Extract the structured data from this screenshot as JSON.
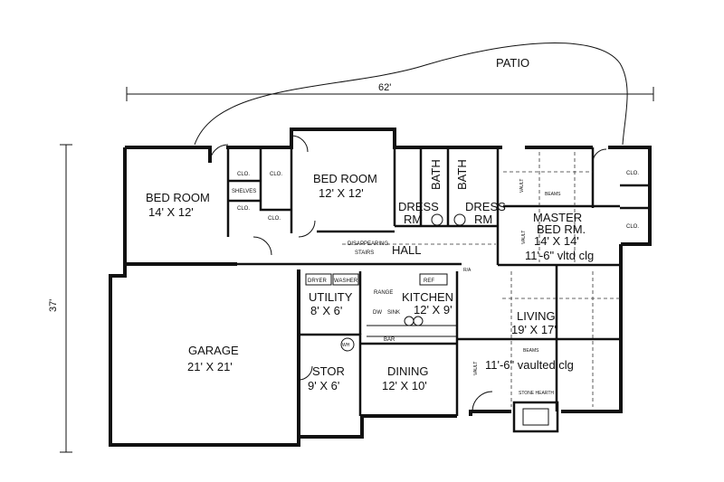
{
  "plan": {
    "patio": "PATIO",
    "width_dim": "62'",
    "depth_dim": "37'",
    "rooms": {
      "bedroom_1": {
        "name": "BED ROOM",
        "size": "14' X 12'"
      },
      "bedroom_2": {
        "name": "BED ROOM",
        "size": "12' X 12'"
      },
      "bath_1": "BATH",
      "bath_2": "BATH",
      "dress_1": {
        "line1": "DRESS",
        "line2": "RM"
      },
      "dress_2": {
        "line1": "DRESS",
        "line2": "RM"
      },
      "master": {
        "line1": "MASTER",
        "line2": "BED RM.",
        "size": "14' X 14'",
        "ceiling": "11'-6\" vltd clg"
      },
      "hall": "HALL",
      "utility": {
        "name": "UTILITY",
        "size": "8' X 6'"
      },
      "kitchen": {
        "name": "KITCHEN",
        "size": "12' X 9'"
      },
      "living": {
        "name": "LIVING",
        "size": "19' X 17'"
      },
      "living_ceiling": "11'-6\" vaulted clg",
      "garage": {
        "name": "GARAGE",
        "size": "21' X 21'"
      },
      "stor": {
        "name": "STOR",
        "size": "9' X 6'"
      },
      "dining": {
        "name": "DINING",
        "size": "12' X 10'"
      }
    },
    "labels": {
      "clo": "CLO.",
      "shelves": "SHELVES",
      "stairs_1": "DISAPPEARING",
      "stairs_2": "STAIRS",
      "dryer": "DRYER",
      "washer": "WASHER",
      "range": "RANGE",
      "ref": "REF",
      "dw": "DW",
      "sink": "SINK",
      "bar": "BAR",
      "wh": "WH",
      "vault": "VAULT",
      "beams": "BEAMS",
      "hearth": "STONE HEARTH",
      "ra": "R/A"
    }
  }
}
